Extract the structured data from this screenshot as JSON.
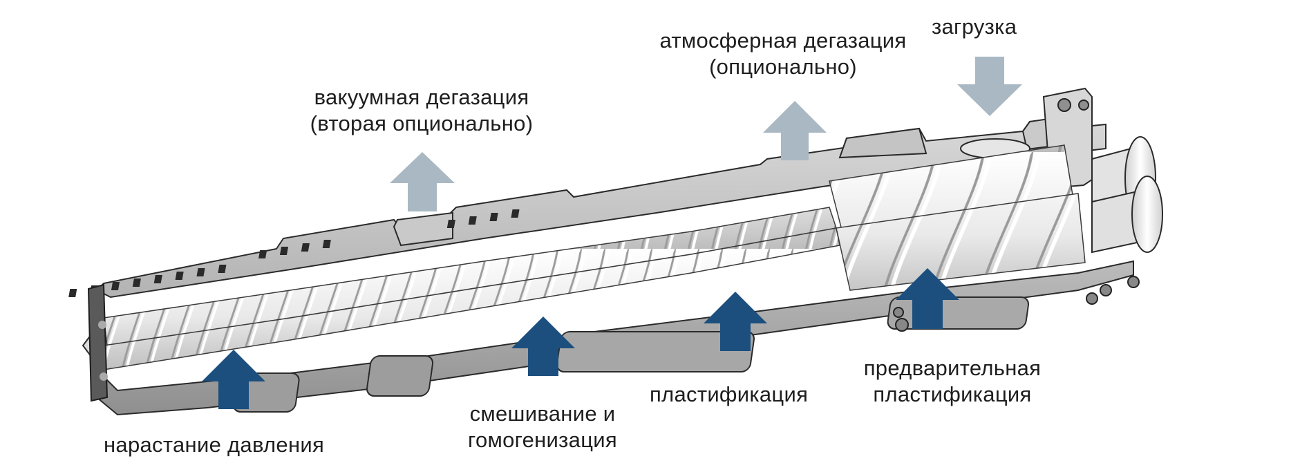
{
  "labels": {
    "loading": "загрузка",
    "atmospheric_degassing": {
      "line1": "атмосферная дегазация",
      "line2": "(опционально)"
    },
    "vacuum_degassing": {
      "line1": "вакуумная дегазация",
      "line2": "(вторая опционально)"
    },
    "pre_plasticizing": {
      "line1": "предварительная",
      "line2": "пластификация"
    },
    "plasticizing": "пластификация",
    "mixing_homogenization": {
      "line1": "смешивание и",
      "line2": "гомогенизация"
    },
    "pressure_buildup": "нарастание давления"
  },
  "colors": {
    "gas_arrow": "#a9b8c2",
    "process_arrow": "#1c4f7e",
    "barrel_light": "#d4d4d4",
    "barrel_mid": "#b9b9b9",
    "barrel_dark": "#8a8a8a",
    "screw": "#f2f2f2",
    "outline": "#2a2a2a"
  },
  "icons": {
    "gas_arrows": [
      "loading-arrow-down-icon",
      "atmospheric-vent-arrow-up-icon",
      "vacuum-vent-arrow-up-icon"
    ],
    "process_arrows": [
      "pre-plasticizing-arrow-icon",
      "plasticizing-arrow-icon",
      "mixing-arrow-icon",
      "pressure-arrow-icon"
    ]
  }
}
